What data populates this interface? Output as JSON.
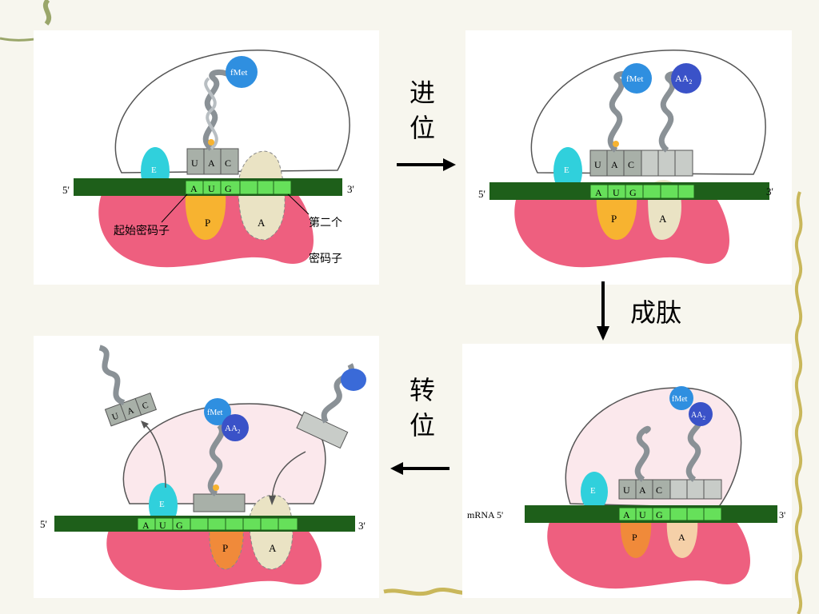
{
  "steps": {
    "translocation_in_1": "进",
    "translocation_in_2": "位",
    "peptide_bond": "成肽",
    "translocation_1": "转",
    "translocation_2": "位"
  },
  "labels": {
    "five_prime": "5'",
    "three_prime": "3'",
    "mrna_five_prime": "mRNA 5'",
    "e_site": "E",
    "p_site": "P",
    "a_site": "A",
    "fmet": "fMet",
    "aa2": "AA",
    "aa2_sub": "2",
    "start_codon": "起始密码子",
    "second_codon_1": "第二个",
    "second_codon_2": "密码子",
    "codon_a": "A",
    "codon_u": "U",
    "codon_g": "G",
    "anticodon_u": "U",
    "anticodon_a": "A",
    "anticodon_c": "C"
  },
  "colors": {
    "mrna": "#1e5f1a",
    "codon": "#66e05a",
    "ribosome_large": "#ffffff",
    "ribosome_large_pink": "#fbe8ec",
    "ribosome_small": "#ee5f7f",
    "e_site": "#30d0dc",
    "p_site": "#f7b330",
    "p_site_orange": "#f08a3a",
    "a_site": "#eae3c4",
    "fmet": "#2f8fe0",
    "aa2": "#3a52c8",
    "trna": "#9aa1a6"
  }
}
